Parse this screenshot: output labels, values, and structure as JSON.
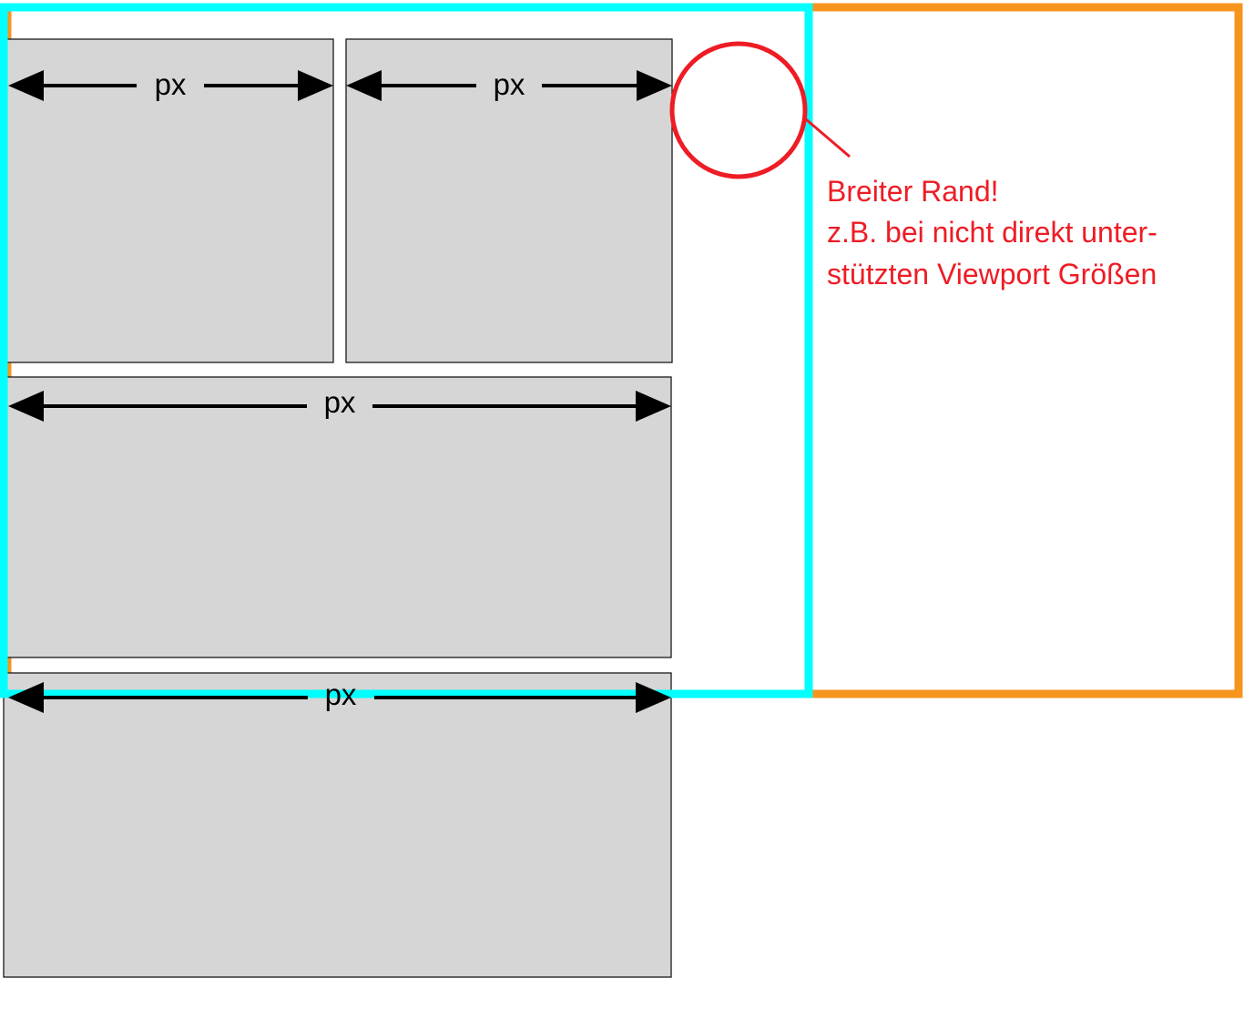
{
  "colors": {
    "box_fill": "#d6d6d6",
    "box_stroke": "#1a1a1a",
    "arrow": "#000000",
    "viewport_inner": "#00ffff",
    "viewport_outer": "#f7941d",
    "highlight": "#ee1c25"
  },
  "boxes": [
    {
      "name": "box-top-left",
      "label": "px"
    },
    {
      "name": "box-top-right",
      "label": "px"
    },
    {
      "name": "box-middle-wide",
      "label": "px"
    },
    {
      "name": "box-bottom-wide",
      "label": "px"
    }
  ],
  "annotation": {
    "line1": "Breiter Rand!",
    "line2": "z.B. bei nicht direkt unter-",
    "line3": "stützten Viewport Größen"
  }
}
